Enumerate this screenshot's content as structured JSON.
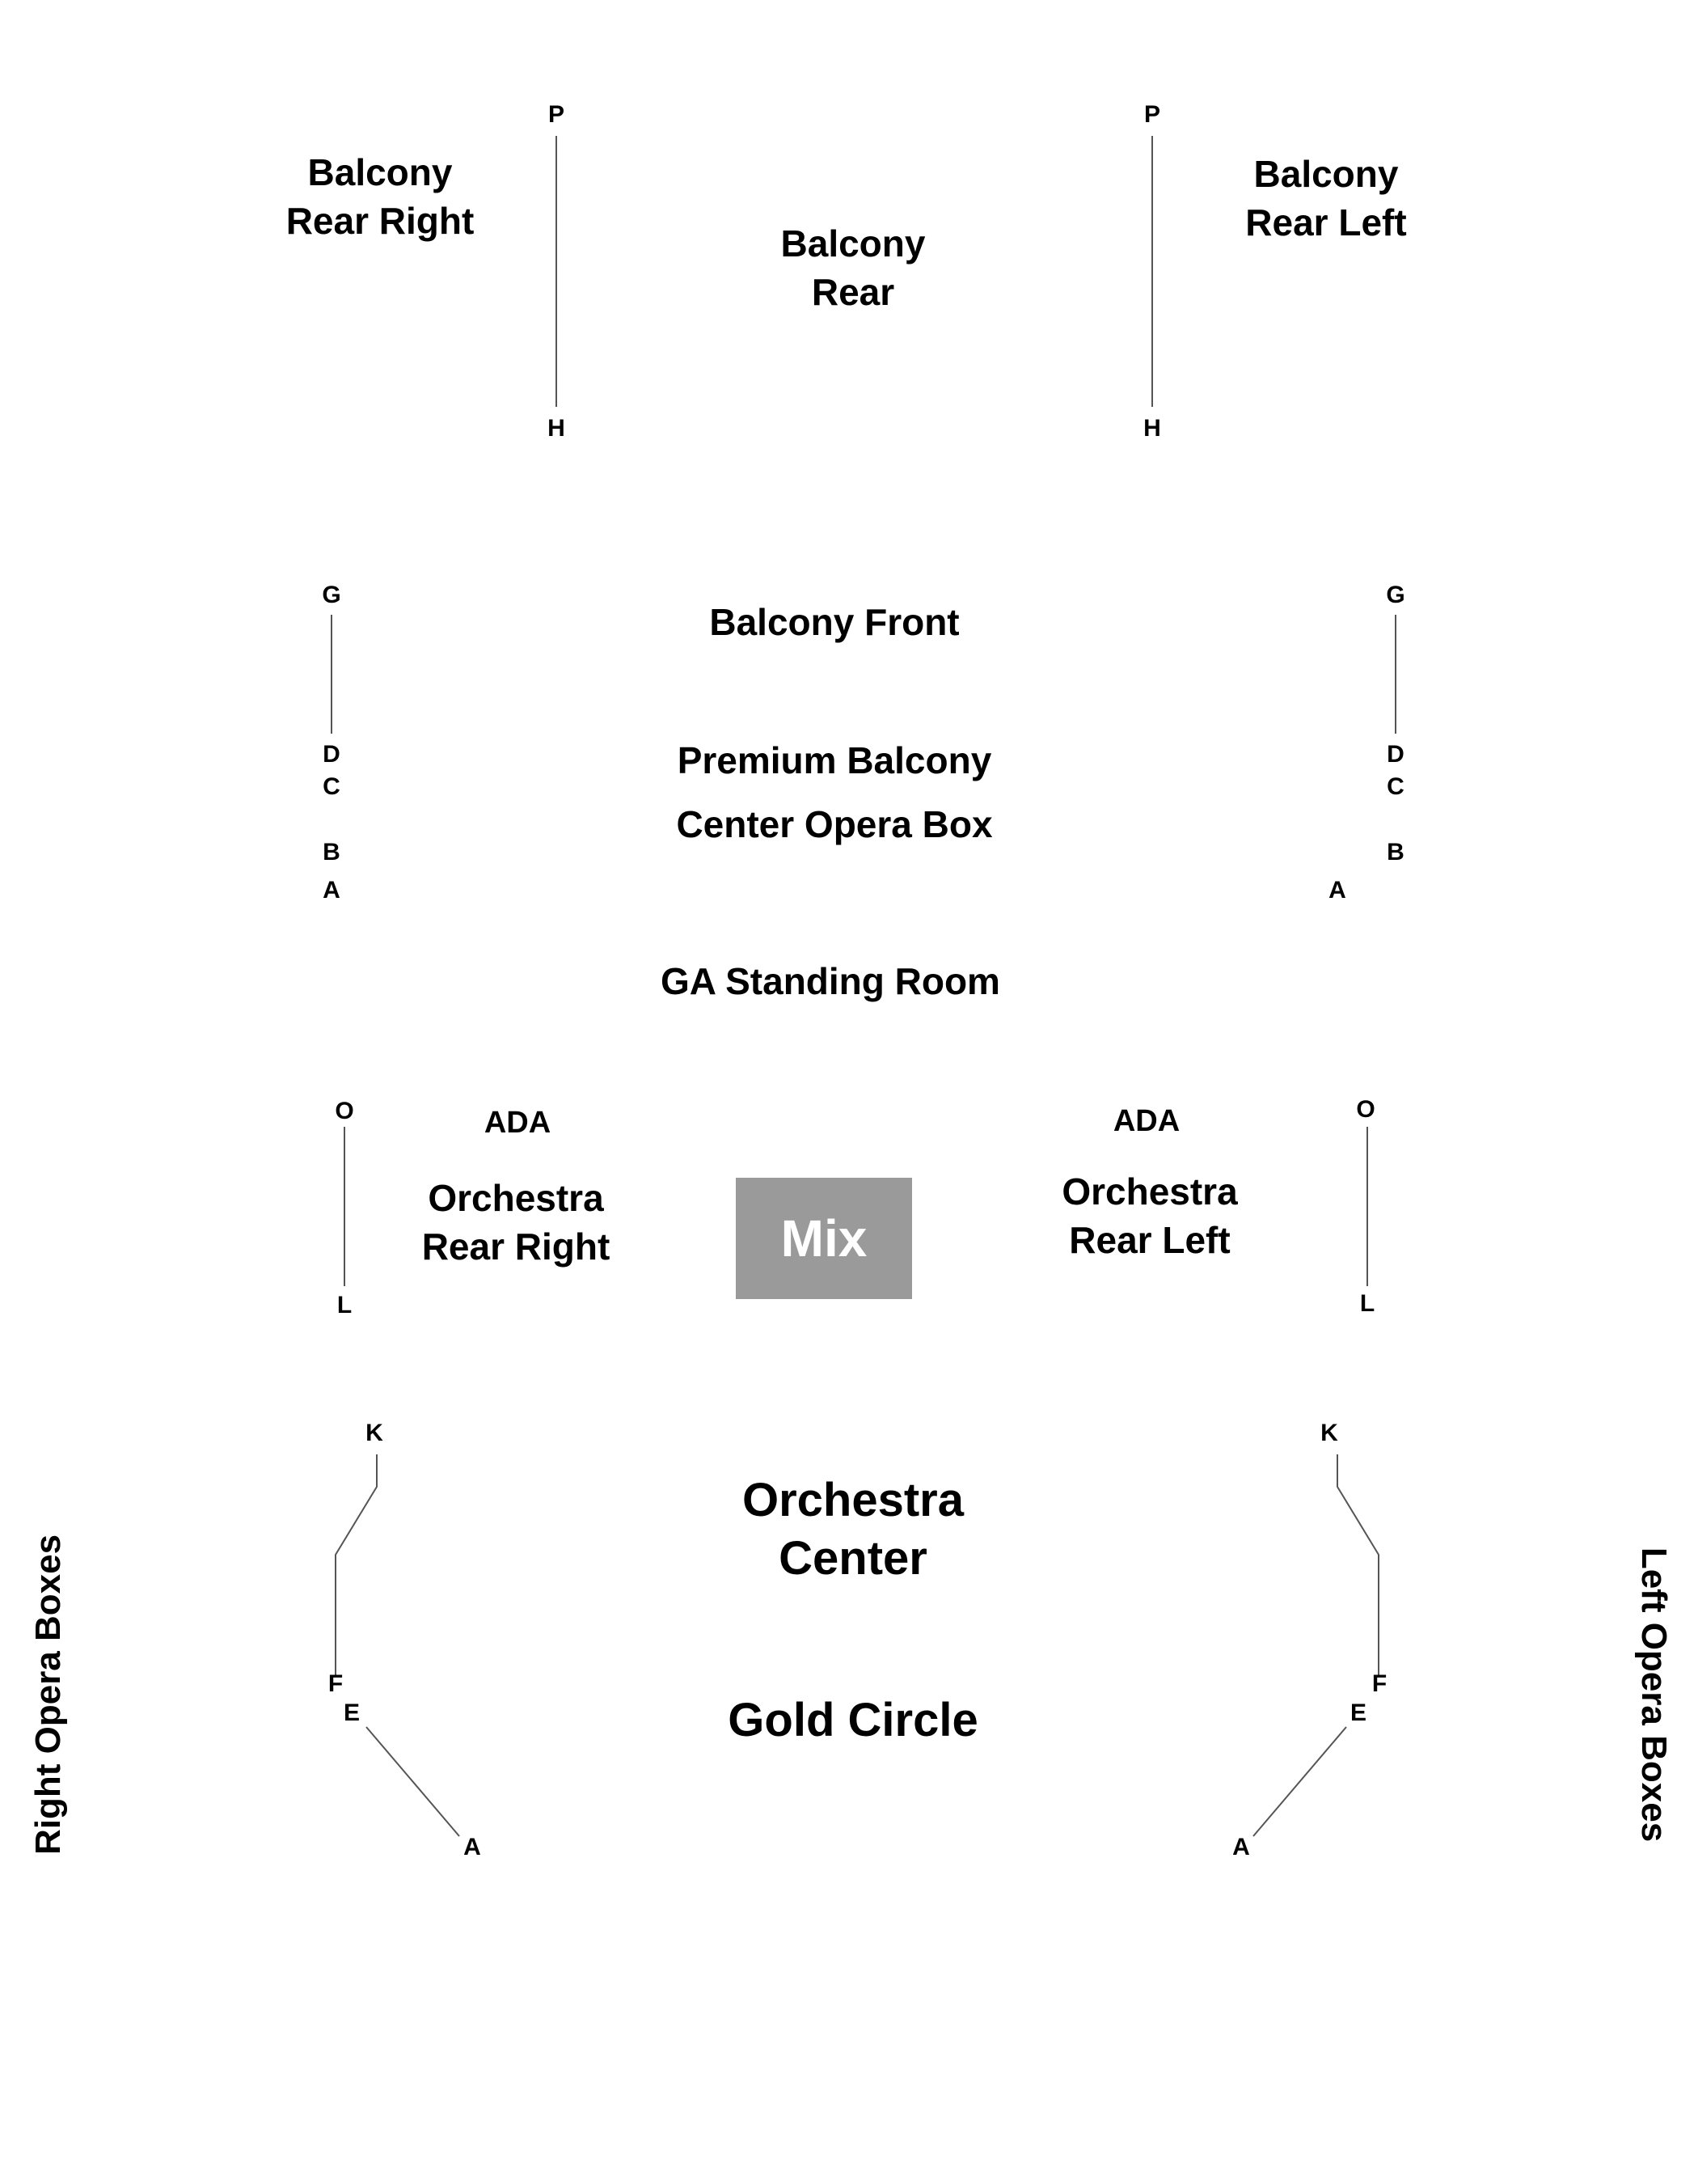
{
  "sections": {
    "balcony_rear_right": [
      "Balcony",
      "Rear Right"
    ],
    "balcony_rear": [
      "Balcony",
      "Rear"
    ],
    "balcony_rear_left": [
      "Balcony",
      "Rear Left"
    ],
    "balcony_front": "Balcony Front",
    "premium_balcony": "Premium Balcony",
    "center_opera_box": "Center Opera Box",
    "ga_standing_room": "GA Standing Room",
    "ada_right": "ADA",
    "ada_left": "ADA",
    "orchestra_rear_right": [
      "Orchestra",
      "Rear Right"
    ],
    "orchestra_rear_left": [
      "Orchestra",
      "Rear Left"
    ],
    "mix": "Mix",
    "orchestra_center": [
      "Orchestra",
      "Center"
    ],
    "gold_circle": "Gold Circle",
    "right_opera_boxes": "Right Opera Boxes",
    "left_opera_boxes": "Left Opera Boxes"
  },
  "rows": {
    "balcony_rear_right": {
      "top": "P",
      "bottom": "H"
    },
    "balcony_rear_left": {
      "top": "P",
      "bottom": "H"
    },
    "balcony_front_right": {
      "top": "G",
      "bottom": "D"
    },
    "balcony_front_left": {
      "top": "G",
      "bottom": "D"
    },
    "premium_right": {
      "c": "C",
      "b": "B",
      "a": "A"
    },
    "premium_left": {
      "c": "C",
      "b": "B",
      "a": "A"
    },
    "orchestra_rear_right": {
      "top": "O",
      "bottom": "L"
    },
    "orchestra_rear_left": {
      "top": "O",
      "bottom": "L"
    },
    "orchestra_center_right": {
      "top": "K",
      "bottom": "F"
    },
    "orchestra_center_left": {
      "top": "K",
      "bottom": "F"
    },
    "gold_right": {
      "top": "E",
      "bottom": "A"
    },
    "gold_left": {
      "top": "E",
      "bottom": "A"
    }
  },
  "colors": {
    "mix_fill": "#9a9a9a",
    "line": "#555555"
  }
}
